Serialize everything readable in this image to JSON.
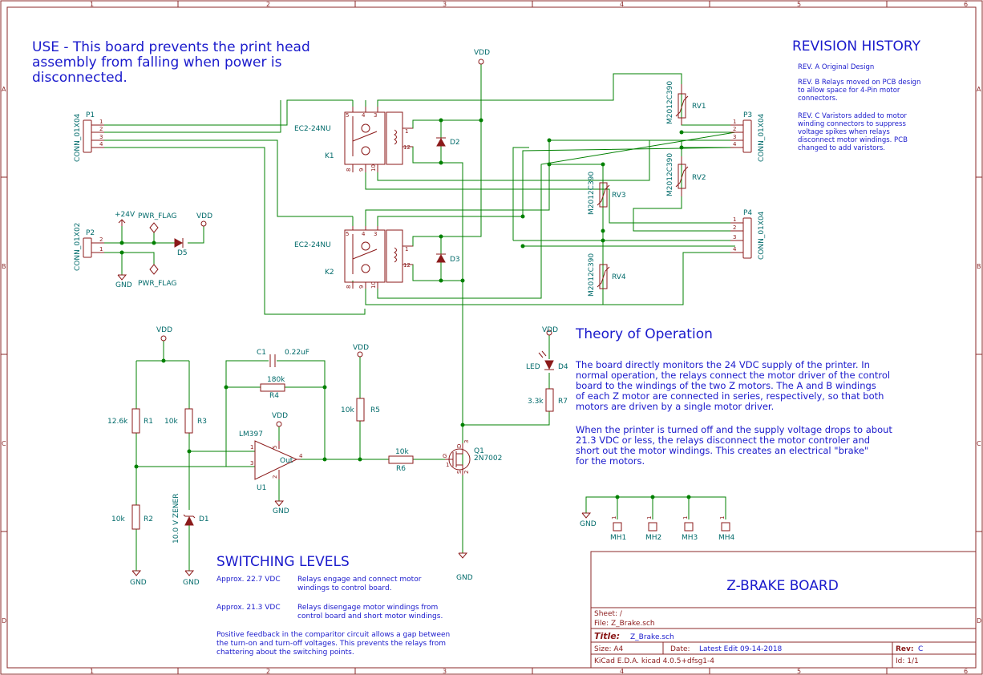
{
  "use_note": [
    "USE - This board prevents the print head",
    "assembly from falling when power is",
    "disconnected."
  ],
  "revision": {
    "heading": "REVISION HISTORY",
    "rev_a": [
      "REV. A Original Design"
    ],
    "rev_b": [
      "REV. B Relays moved on PCB design",
      "to allow space for 4-Pin motor",
      "connectors."
    ],
    "rev_c": [
      "REV. C Varistors added to motor",
      "winding connectors to suppress",
      "voltage spikes when relays",
      "disconnect motor windings.  PCB",
      "changed to add varistors."
    ]
  },
  "theory": {
    "heading": "Theory of Operation",
    "para1": [
      "The board directly monitors the 24 VDC supply of the printer.  In",
      "normal operation, the relays connect the motor driver of the control",
      "board to the windings of the two Z motors.  The A and B windings",
      "of each Z motor are connected in series, respectively, so that both",
      "motors are driven by a single motor driver."
    ],
    "para2": [
      "When the printer is turned off and the supply voltage drops to about",
      "21.3 VDC or less, the relays disconnect the motor controler and",
      "short out the motor windings.  This creates an electrical \"brake\"",
      "for the motors."
    ]
  },
  "switching": {
    "heading": "SWITCHING LEVELS",
    "row1_v": "Approx. 22.7 VDC",
    "row1_t": [
      "Relays engage and connect motor",
      "windings to control board."
    ],
    "row2_v": "Approx. 21.3 VDC",
    "row2_t": [
      "Relays disengage motor windings from",
      "control board and short motor windings."
    ],
    "feedback": [
      "Positive feedback in the comparitor circuit allows a gap between",
      "the turn-on and turn-off voltages. This prevents the relays from",
      "chattering about the switching points."
    ]
  },
  "title_block": {
    "board_name": "Z-BRAKE BOARD",
    "sheet": "Sheet: /",
    "file": "File: Z_Brake.sch",
    "title_label": "Title:",
    "title_value": "Z_Brake.sch",
    "size": "Size: A4",
    "date_label": "Date:",
    "date_value": "Latest Edit 09-14-2018",
    "rev_label": "Rev:",
    "rev_value": "C",
    "tool": "KiCad E.D.A.  kicad 4.0.5+dfsg1-4",
    "id": "Id: 1/1"
  },
  "frame": {
    "cols": [
      "1",
      "2",
      "3",
      "4",
      "5",
      "6"
    ],
    "rows": [
      "A",
      "B",
      "C",
      "D"
    ]
  },
  "components": {
    "P1": {
      "ref": "P1",
      "value": "CONN_01X04",
      "pins": [
        "1",
        "2",
        "3",
        "4"
      ]
    },
    "P2": {
      "ref": "P2",
      "value": "CONN_01X02",
      "pins": [
        "2",
        "1"
      ]
    },
    "P3": {
      "ref": "P3",
      "value": "CONN_01X04",
      "pins": [
        "1",
        "2",
        "3",
        "4"
      ]
    },
    "P4": {
      "ref": "P4",
      "value": "CONN_01X04",
      "pins": [
        "1",
        "2",
        "3",
        "4"
      ]
    },
    "K1": {
      "ref": "K1",
      "value": "EC2-24NU",
      "pins": [
        "5",
        "4",
        "3",
        "1",
        "12",
        "8",
        "9",
        "10"
      ]
    },
    "K2": {
      "ref": "K2",
      "value": "EC2-24NU",
      "pins": [
        "5",
        "4",
        "3",
        "1",
        "12",
        "8",
        "9",
        "10"
      ]
    },
    "D1": {
      "ref": "D1",
      "value": "10.0 V ZENER"
    },
    "D2": {
      "ref": "D2"
    },
    "D3": {
      "ref": "D3"
    },
    "D4": {
      "ref": "D4",
      "value": "LED"
    },
    "D5": {
      "ref": "D5"
    },
    "R1": {
      "ref": "R1",
      "value": "12.6k"
    },
    "R2": {
      "ref": "R2",
      "value": "10k"
    },
    "R3": {
      "ref": "R3",
      "value": "10k"
    },
    "R4": {
      "ref": "R4",
      "value": "180k"
    },
    "R5": {
      "ref": "R5",
      "value": "10k"
    },
    "R6": {
      "ref": "R6",
      "value": "10k"
    },
    "R7": {
      "ref": "R7",
      "value": "3.3k"
    },
    "C1": {
      "ref": "C1",
      "value": "0.22uF"
    },
    "U1": {
      "ref": "U1",
      "value": "LM397",
      "out": "Out",
      "pins": [
        "1",
        "3",
        "5",
        "2",
        "4"
      ]
    },
    "Q1": {
      "ref": "Q1",
      "value": "2N7002",
      "pins": [
        "G",
        "D",
        "S",
        "1",
        "2",
        "3"
      ]
    },
    "RV1": {
      "ref": "RV1",
      "value": "M2012C390"
    },
    "RV2": {
      "ref": "RV2",
      "value": "M2012C390"
    },
    "RV3": {
      "ref": "RV3",
      "value": "M2012C390"
    },
    "RV4": {
      "ref": "RV4",
      "value": "M2012C390"
    },
    "MH1": {
      "ref": "MH1",
      "pin": "1"
    },
    "MH2": {
      "ref": "MH2",
      "pin": "1"
    },
    "MH3": {
      "ref": "MH3",
      "pin": "1"
    },
    "MH4": {
      "ref": "MH4",
      "pin": "1"
    }
  },
  "power": {
    "vdd": "VDD",
    "gnd": "GND",
    "v24": "+24V",
    "pwr_flag": "PWR_FLAG"
  }
}
